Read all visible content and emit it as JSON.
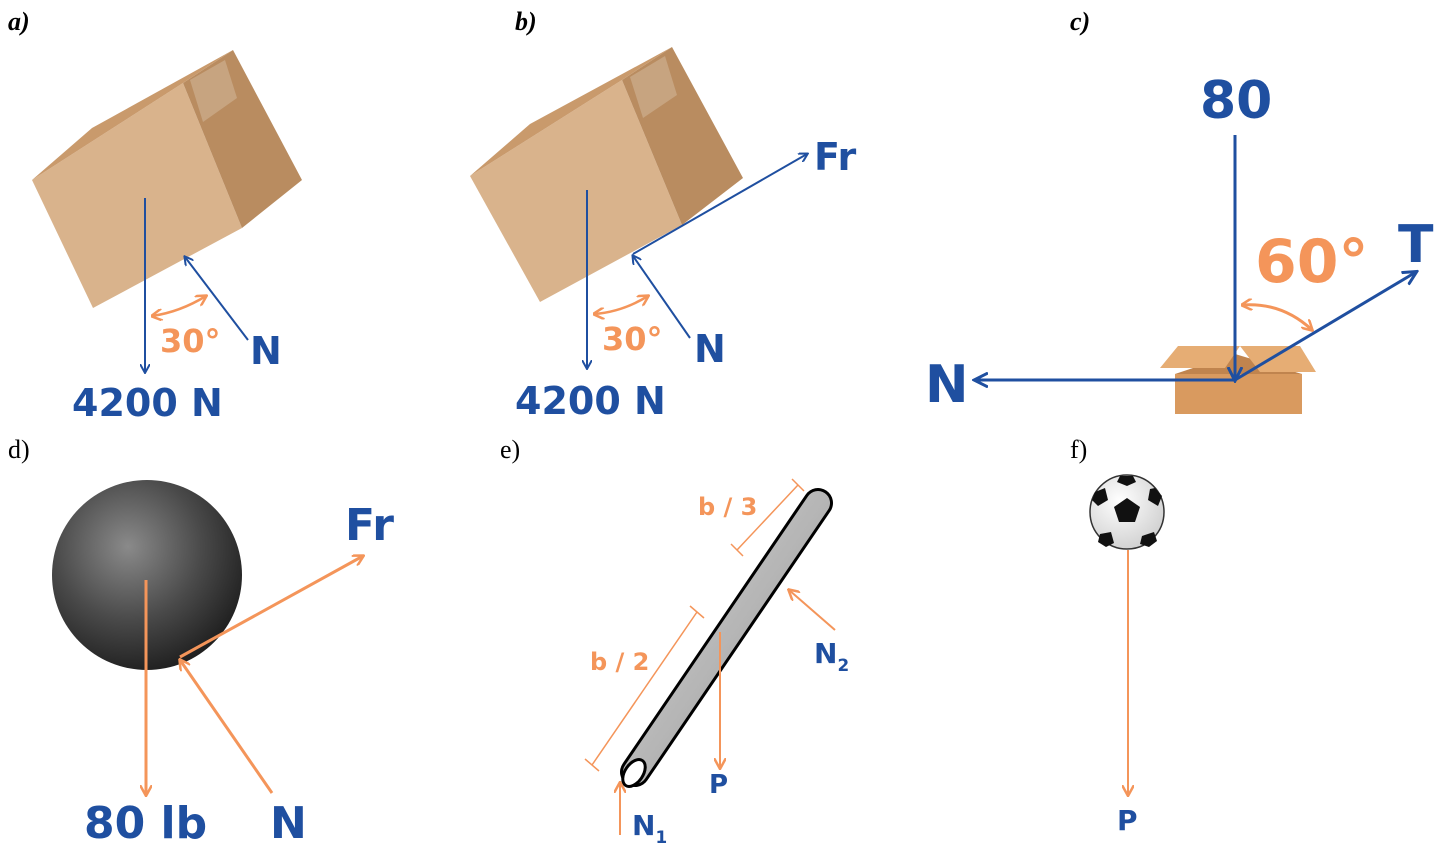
{
  "panels": {
    "a": {
      "label": "a)",
      "weight": "4200 N",
      "normal": "N",
      "angle": "30°"
    },
    "b": {
      "label": "b)",
      "weight": "4200 N",
      "normal": "N",
      "friction": "Fr",
      "angle": "30°"
    },
    "c": {
      "label": "c)",
      "top_force": "80",
      "tension": "T",
      "normal": "N",
      "angle": "60°"
    },
    "d": {
      "label": "d)",
      "weight": "80 lb",
      "normal": "N",
      "friction": "Fr"
    },
    "e": {
      "label": "e)",
      "dim_top": "b / 3",
      "dim_bottom": "b / 2",
      "weight": "P",
      "n1_main": "N",
      "n1_sub": "1",
      "n2_main": "N",
      "n2_sub": "2"
    },
    "f": {
      "label": "f)",
      "weight": "P"
    }
  },
  "colors": {
    "force_blue": "#1f4fa0",
    "accent_orange": "#f4955a",
    "box_light": "#d9b38c",
    "box_dark": "#b98c60"
  }
}
